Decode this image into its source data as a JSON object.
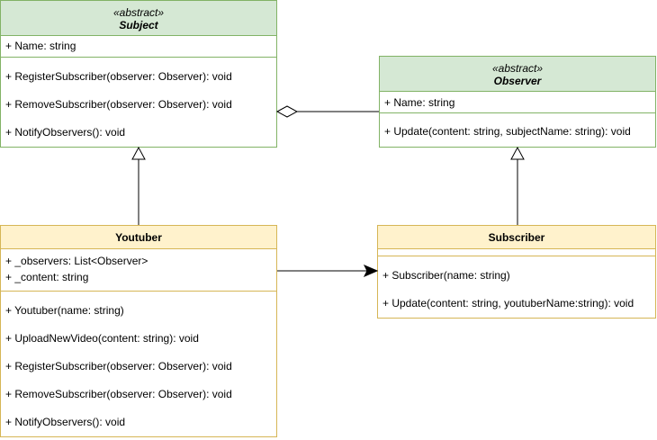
{
  "subject": {
    "stereotype": "«abstract»",
    "name": "Subject",
    "attributes": [
      "+ Name: string"
    ],
    "methods": [
      "+ RegisterSubscriber(observer: Observer): void",
      "+ RemoveSubscriber(observer: Observer): void",
      "+ NotifyObservers(): void"
    ]
  },
  "observer": {
    "stereotype": "«abstract»",
    "name": "Observer",
    "attributes": [
      "+ Name: string"
    ],
    "methods": [
      "+ Update(content: string, subjectName: string): void"
    ]
  },
  "youtuber": {
    "name": "Youtuber",
    "attributes": [
      "+ _observers: List<Observer>",
      "+ _content: string"
    ],
    "methods": [
      "+ Youtuber(name: string)",
      "+ UploadNewVideo(content: string): void",
      "+ RegisterSubscriber(observer: Observer): void",
      "+ RemoveSubscriber(observer: Observer): void",
      "+ NotifyObservers(): void"
    ]
  },
  "subscriber": {
    "name": "Subscriber",
    "methods": [
      "+ Subscriber(name: string)",
      "+ Update(content: string, youtuberName:string): void"
    ]
  },
  "colors": {
    "abstract_fill": "#d5e8d4",
    "abstract_border": "#82b366",
    "concrete_fill": "#fff2cc",
    "concrete_border": "#d6b656",
    "line": "#000000"
  }
}
